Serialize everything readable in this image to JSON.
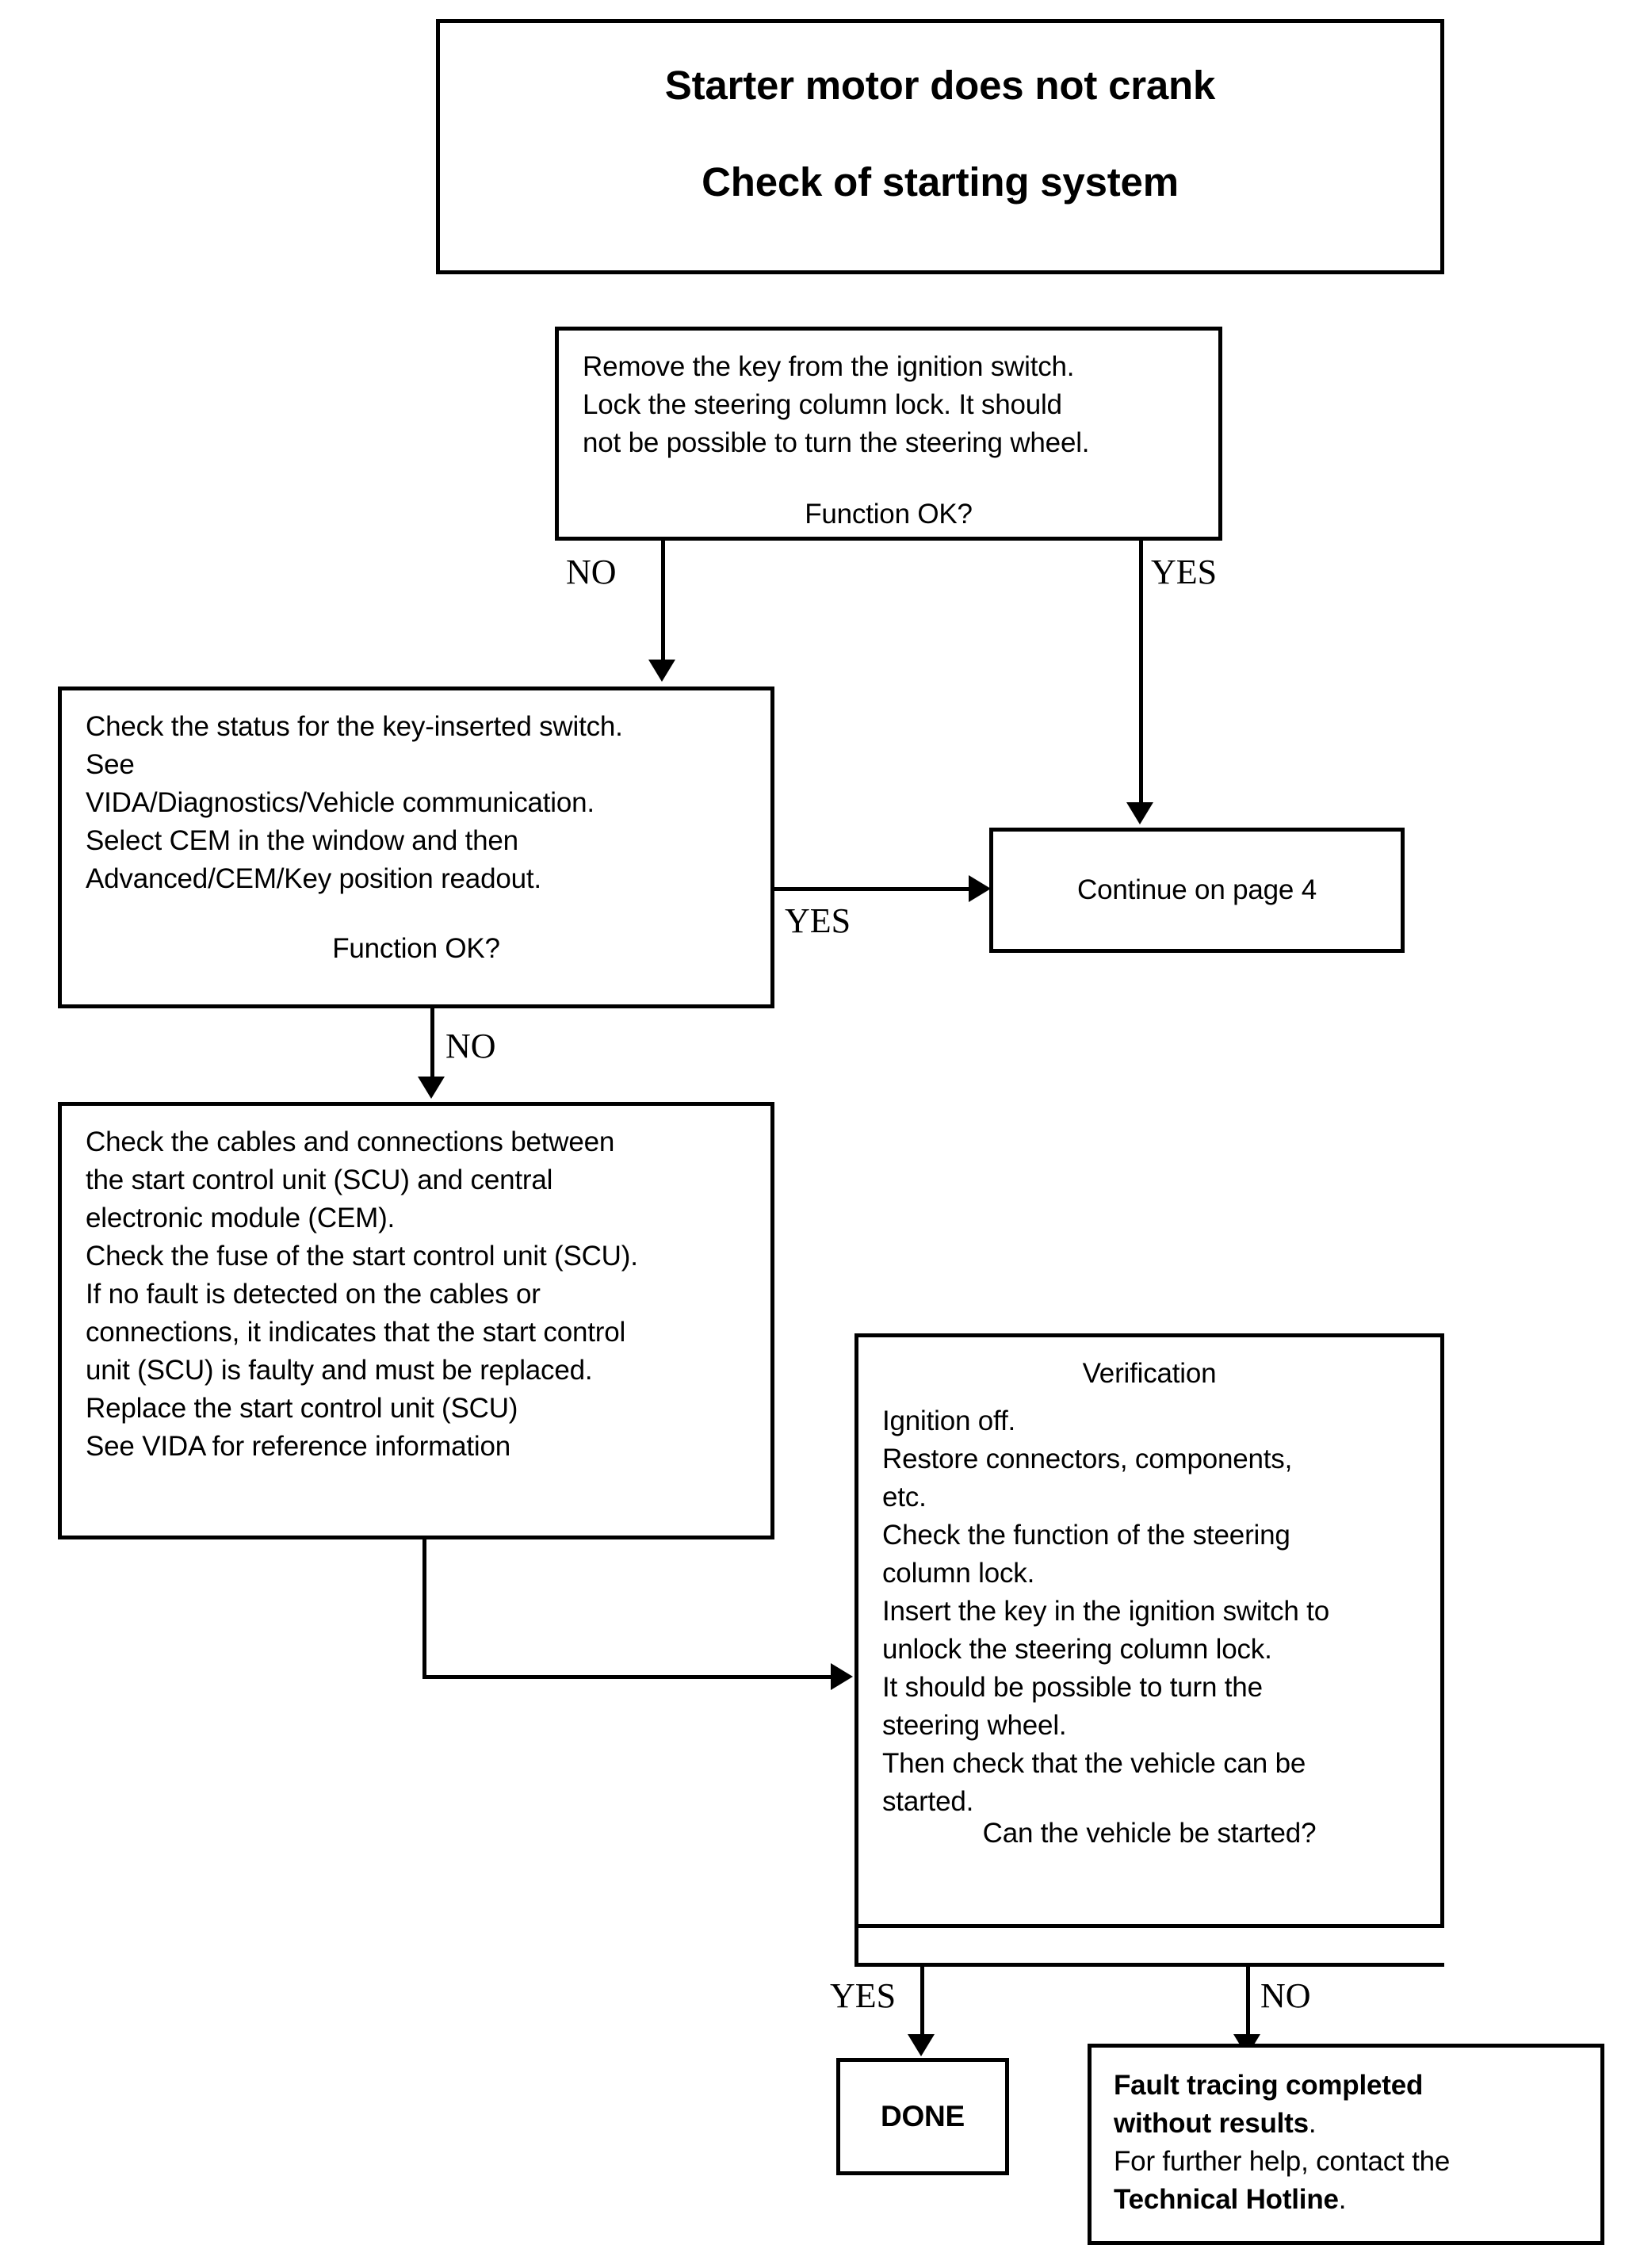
{
  "title": {
    "line1": "Starter motor does not crank",
    "line2": "Check of starting system"
  },
  "nodes": {
    "remove_key": {
      "body": "Remove the key from the ignition switch.\nLock the steering column lock. It should\nnot be possible to turn the steering wheel.",
      "question": "Function OK?"
    },
    "check_status": {
      "body": "Check the status for the key-inserted switch.\nSee\nVIDA/Diagnostics/Vehicle communication.\nSelect CEM in the window and then\nAdvanced/CEM/Key position readout.",
      "question": "Function OK?"
    },
    "continue_page": {
      "label": "Continue on page 4"
    },
    "check_cables": {
      "body": "Check the cables and connections between\nthe start control unit (SCU) and central\nelectronic module (CEM).\nCheck the fuse of the start control unit (SCU).\nIf no fault is detected on the cables or\nconnections, it indicates that the start control\nunit (SCU) is faulty and must be replaced.\nReplace the start control unit (SCU)\nSee VIDA for reference information"
    },
    "verification": {
      "heading": "Verification",
      "body": "Ignition off.\nRestore connectors, components,\netc.\nCheck the function of the steering\ncolumn lock.\nInsert the key in the ignition switch to\nunlock the steering column lock.\nIt should be possible to turn the\nsteering wheel.\nThen check that the vehicle can be\nstarted.",
      "question": "Can the vehicle be started?"
    },
    "done": {
      "label": "DONE"
    },
    "fault": {
      "line1_bold": "Fault tracing completed",
      "line2_bold": "without results",
      "line2_tail": ".",
      "line3": "For further help, contact the",
      "line4_bold": "Technical Hotline",
      "line4_tail": "."
    }
  },
  "edge_labels": {
    "remove_key_no": "NO",
    "remove_key_yes": "YES",
    "check_status_yes": "YES",
    "check_status_no": "NO",
    "verification_yes": "YES",
    "verification_no": "NO"
  },
  "colors": {
    "ink": "#000000",
    "paper": "#ffffff"
  }
}
